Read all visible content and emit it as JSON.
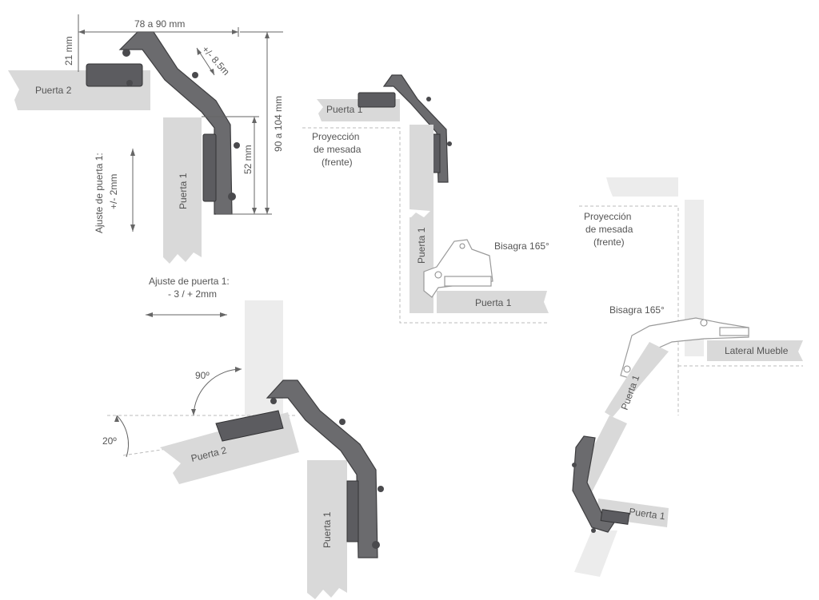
{
  "colors": {
    "panel": "#d9d9d9",
    "hinge": "#6b6b6e",
    "text": "#555555",
    "dim_line": "#666666"
  },
  "diagram_top_left": {
    "dim_width": "78 a 90 mm",
    "dim_21": "21 mm",
    "dim_offset": "+/- 8.5m",
    "dim_52": "52 mm",
    "dim_height": "90 a 104 mm",
    "door_2": "Puerta 2",
    "door_1": "Puerta 1",
    "adjust_vertical_1": "Ajuste de puerta 1:",
    "adjust_vertical_2": "+/- 2mm",
    "adjust_horizontal_1": "Ajuste de puerta 1:",
    "adjust_horizontal_2": "- 3 / + 2mm"
  },
  "diagram_top_middle": {
    "door_1_top": "Puerta 1",
    "projection_1": "Proyección",
    "projection_2": "de mesada",
    "projection_3": "(frente)",
    "door_1_side": "Puerta 1",
    "hinge_label": "Bisagra 165°",
    "door_1_bottom": "Puerta 1"
  },
  "diagram_bottom_left": {
    "angle_90": "90º",
    "angle_20": "20º",
    "door_2": "Puerta 2",
    "door_1": "Puerta 1"
  },
  "diagram_right": {
    "projection_1": "Proyección",
    "projection_2": "de mesada",
    "projection_3": "(frente)",
    "hinge_label": "Bisagra 165°",
    "side_panel": "Lateral Mueble",
    "door_1_diag": "Puerta 1",
    "door_1_bottom": "Puerta 1"
  }
}
